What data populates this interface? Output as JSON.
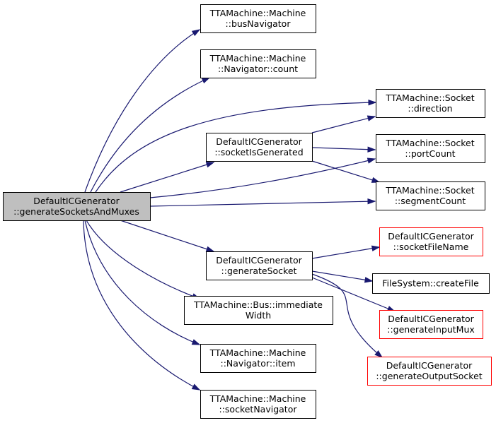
{
  "colors": {
    "edge": "#191970",
    "node_border": "#000000",
    "node_border_red": "#ff0000",
    "root_fill": "#bfbfbf",
    "node_fill": "#ffffff"
  },
  "nodes": [
    {
      "id": "root",
      "lines": [
        "DefaultICGenerator",
        "::generateSocketsAndMuxes"
      ],
      "style": "root"
    },
    {
      "id": "busNavigator",
      "lines": [
        "TTAMachine::Machine",
        "::busNavigator"
      ],
      "style": "normal"
    },
    {
      "id": "navCount",
      "lines": [
        "TTAMachine::Machine",
        "::Navigator::count"
      ],
      "style": "normal"
    },
    {
      "id": "direction",
      "lines": [
        "TTAMachine::Socket",
        "::direction"
      ],
      "style": "normal"
    },
    {
      "id": "socketIsGenerated",
      "lines": [
        "DefaultICGenerator",
        "::socketIsGenerated"
      ],
      "style": "normal"
    },
    {
      "id": "portCount",
      "lines": [
        "TTAMachine::Socket",
        "::portCount"
      ],
      "style": "normal"
    },
    {
      "id": "segmentCount",
      "lines": [
        "TTAMachine::Socket",
        "::segmentCount"
      ],
      "style": "normal"
    },
    {
      "id": "socketFileName",
      "lines": [
        "DefaultICGenerator",
        "::socketFileName"
      ],
      "style": "red"
    },
    {
      "id": "generateSocket",
      "lines": [
        "DefaultICGenerator",
        "::generateSocket"
      ],
      "style": "normal"
    },
    {
      "id": "createFile",
      "lines": [
        "FileSystem::createFile"
      ],
      "style": "normal"
    },
    {
      "id": "immediateWidth",
      "lines": [
        "TTAMachine::Bus::immediate",
        "Width"
      ],
      "style": "normal"
    },
    {
      "id": "generateInputMux",
      "lines": [
        "DefaultICGenerator",
        "::generateInputMux"
      ],
      "style": "red"
    },
    {
      "id": "navItem",
      "lines": [
        "TTAMachine::Machine",
        "::Navigator::item"
      ],
      "style": "normal"
    },
    {
      "id": "generateOutputSocket",
      "lines": [
        "DefaultICGenerator",
        "::generateOutputSocket"
      ],
      "style": "red"
    },
    {
      "id": "socketNavigator",
      "lines": [
        "TTAMachine::Machine",
        "::socketNavigator"
      ],
      "style": "normal"
    }
  ],
  "edges": [
    {
      "from": "root",
      "to": "busNavigator"
    },
    {
      "from": "root",
      "to": "navCount"
    },
    {
      "from": "root",
      "to": "direction"
    },
    {
      "from": "root",
      "to": "socketIsGenerated"
    },
    {
      "from": "root",
      "to": "portCount"
    },
    {
      "from": "root",
      "to": "segmentCount"
    },
    {
      "from": "root",
      "to": "generateSocket"
    },
    {
      "from": "root",
      "to": "immediateWidth"
    },
    {
      "from": "root",
      "to": "navItem"
    },
    {
      "from": "root",
      "to": "socketNavigator"
    },
    {
      "from": "socketIsGenerated",
      "to": "direction"
    },
    {
      "from": "socketIsGenerated",
      "to": "portCount"
    },
    {
      "from": "socketIsGenerated",
      "to": "segmentCount"
    },
    {
      "from": "generateSocket",
      "to": "socketFileName"
    },
    {
      "from": "generateSocket",
      "to": "createFile"
    },
    {
      "from": "generateSocket",
      "to": "generateInputMux"
    },
    {
      "from": "generateSocket",
      "to": "generateOutputSocket"
    }
  ]
}
